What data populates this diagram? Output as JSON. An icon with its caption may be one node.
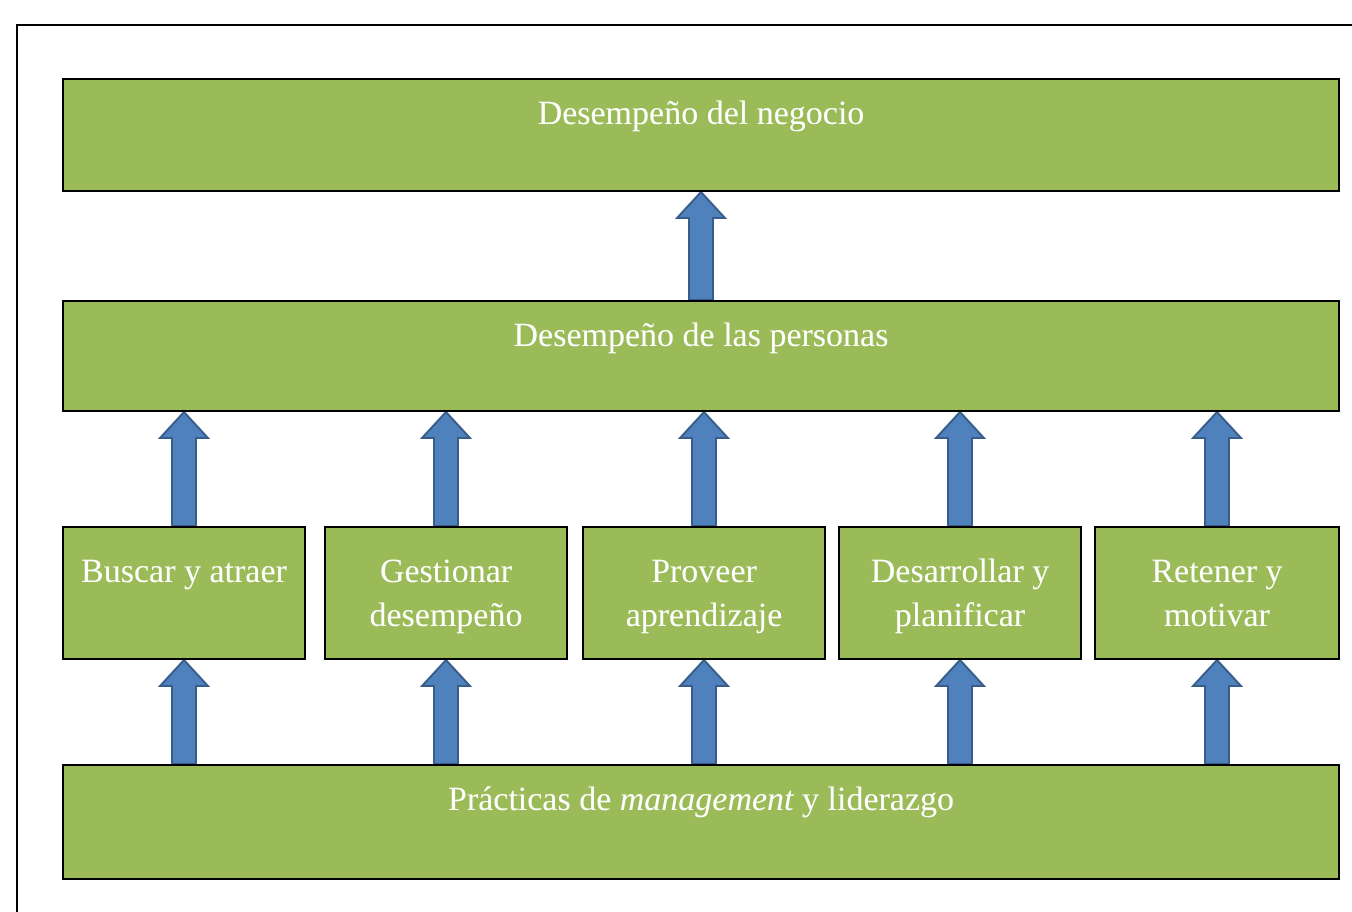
{
  "diagram": {
    "nodes": [
      {
        "text": [
          "Desempeño del negocio"
        ]
      },
      {
        "text": [
          "Desempeño de las personas"
        ]
      },
      {
        "text": [
          "Buscar y atraer"
        ]
      },
      {
        "text": [
          "Gestionar desempeño"
        ]
      },
      {
        "text": [
          "Proveer aprendizaje"
        ]
      },
      {
        "text": [
          "Desarrollar y planificar"
        ]
      },
      {
        "text": [
          "Retener y motivar"
        ]
      },
      {
        "text": [
          "Prácticas de *management* y liderazgo"
        ]
      }
    ],
    "edges": [
      {
        "from": 1,
        "to": 0,
        "arrow": "to"
      },
      {
        "from": 2,
        "to": 1,
        "arrow": "to"
      },
      {
        "from": 3,
        "to": 1,
        "arrow": "to"
      },
      {
        "from": 4,
        "to": 1,
        "arrow": "to"
      },
      {
        "from": 5,
        "to": 1,
        "arrow": "to"
      },
      {
        "from": 6,
        "to": 1,
        "arrow": "to"
      },
      {
        "from": 7,
        "to": 2,
        "arrow": "to"
      },
      {
        "from": 7,
        "to": 3,
        "arrow": "to"
      },
      {
        "from": 7,
        "to": 4,
        "arrow": "to"
      },
      {
        "from": 7,
        "to": 5,
        "arrow": "to"
      },
      {
        "from": 7,
        "to": 6,
        "arrow": "to"
      }
    ]
  }
}
